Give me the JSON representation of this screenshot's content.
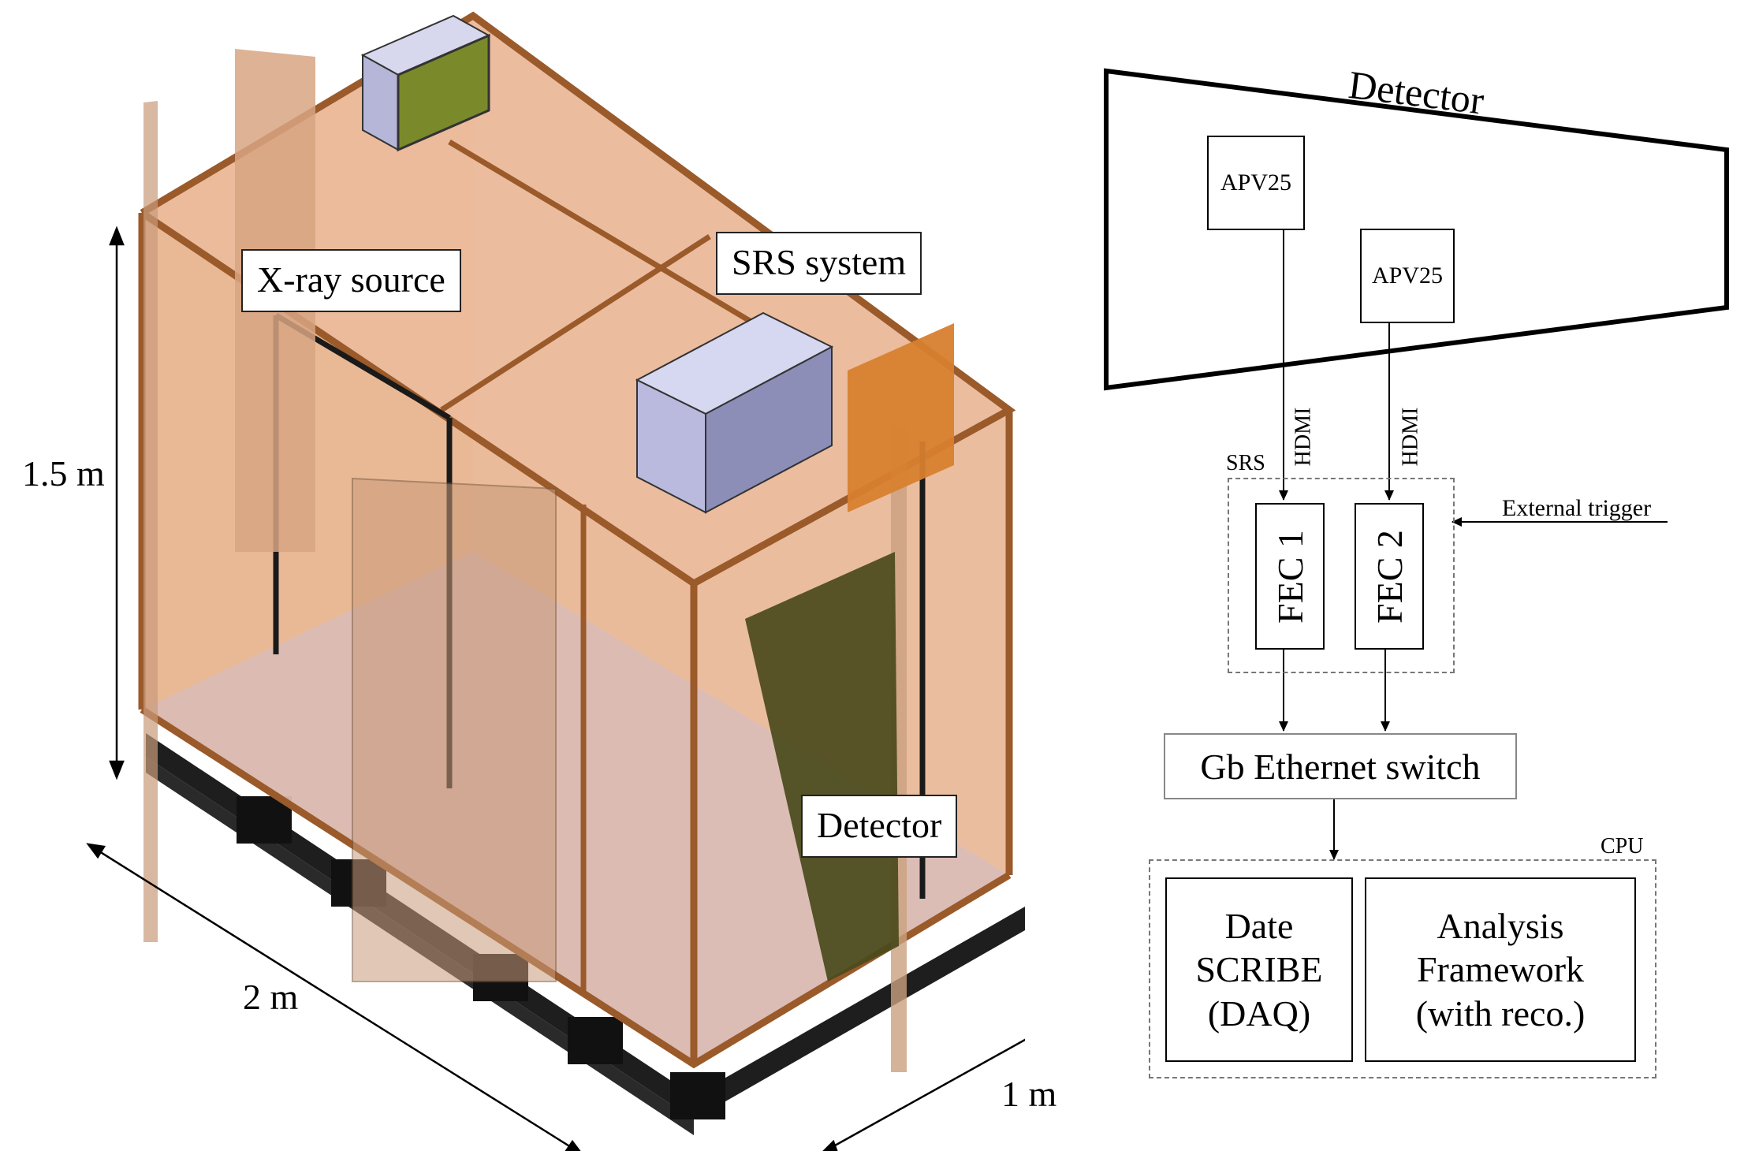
{
  "left_figure": {
    "labels": {
      "xray_source": "X-ray source",
      "srs_system": "SRS system",
      "detector": "Detector"
    },
    "dimensions": {
      "height": "1.5 m",
      "length": "2 m",
      "width": "1 m"
    }
  },
  "right_diagram": {
    "detector_title": "Detector",
    "apv_left": "APV25",
    "apv_right": "APV25",
    "hdmi_left": "HDMI",
    "hdmi_right": "HDMI",
    "srs_group": "SRS",
    "fec1": "FEC 1",
    "fec2": "FEC 2",
    "external_trigger": "External trigger",
    "switch": "Gb Ethernet switch",
    "cpu_group": "CPU",
    "daq": "Date\nSCRIBE\n(DAQ)",
    "analysis": "Analysis\nFramework\n(with reco.)"
  },
  "colors": {
    "cabinet_panel": "#e8b48f",
    "cabinet_frame": "#9a5a2a",
    "pallet": "#1e1e1e",
    "floor_plate": "#c9c6e6",
    "srs_crate": "#b7b9dc",
    "xray_box_face": "#7a8a2a",
    "detector_plate": "#4a4a1c"
  }
}
